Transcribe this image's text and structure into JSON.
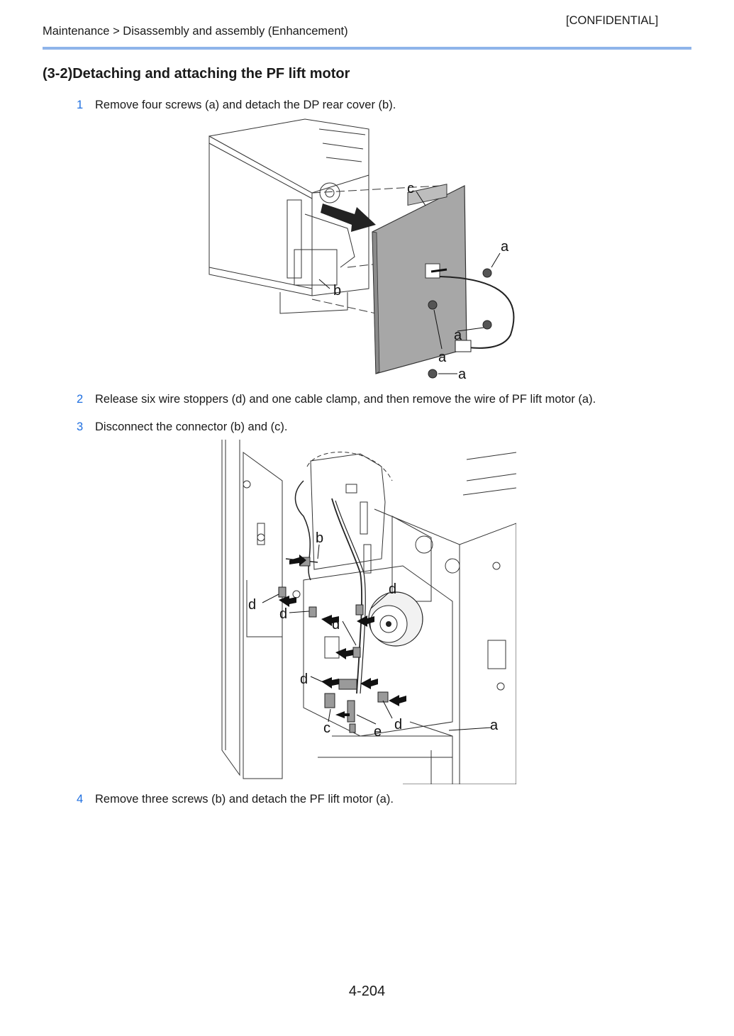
{
  "header": {
    "confidential": "[CONFIDENTIAL]",
    "breadcrumb": "Maintenance > Disassembly and assembly (Enhancement)"
  },
  "section_title": "(3-2)Detaching and attaching the PF lift motor",
  "steps": [
    {
      "number": "1",
      "text": "Remove four screws (a) and detach the DP rear cover (b)."
    },
    {
      "number": "2",
      "text": "Release six wire stoppers (d) and one cable clamp, and then remove the wire of PF lift motor (a)."
    },
    {
      "number": "3",
      "text": "Disconnect the connector (b) and (c)."
    },
    {
      "number": "4",
      "text": "Remove three screws (b) and detach the PF lift motor (a)."
    }
  ],
  "figure1": {
    "labels": {
      "c": "c",
      "a1": "a",
      "b": "b",
      "a2": "a",
      "a3": "a",
      "a4": "a"
    }
  },
  "figure2": {
    "labels": {
      "b": "b",
      "d1": "d",
      "d2": "d",
      "d3": "d",
      "d4": "d",
      "d5": "d",
      "d6": "d",
      "a": "a",
      "c": "c",
      "e": "e"
    }
  },
  "footer": {
    "page_number": "4-204"
  },
  "colors": {
    "accent_rule": "#8fb4ea",
    "step_number": "#1f6fe0",
    "cover_gray": "#a7a7a7"
  }
}
